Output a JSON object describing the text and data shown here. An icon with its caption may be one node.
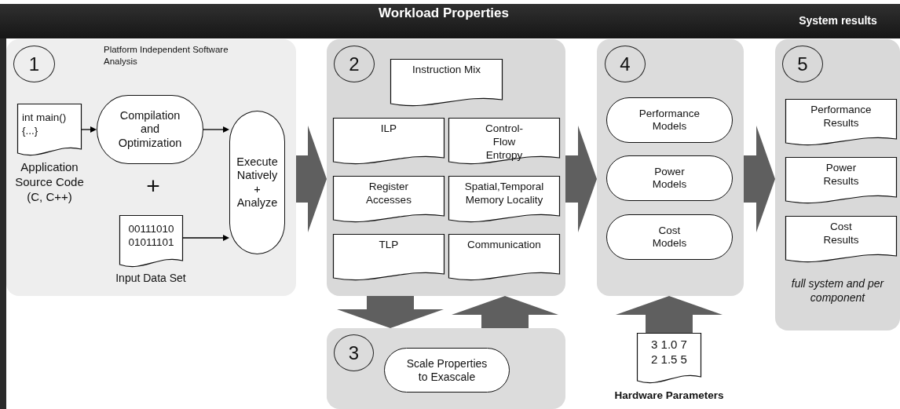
{
  "diagram": {
    "nodes": [
      {
        "text": [
          "Platform Independent Software Analysis"
        ]
      },
      {
        "text": [
          "1"
        ],
        "in": 0
      },
      {
        "text": [
          "int main() {...}"
        ],
        "in": 0,
        "beside": [
          "Application Source Code (C, C++)"
        ]
      },
      {
        "text": [
          "Compilation and Optimization"
        ],
        "in": 0
      },
      {
        "text": [
          "00111010 01011101"
        ],
        "in": 0,
        "beside": [
          "Input Data Set"
        ]
      },
      {
        "text": [
          "Execute Natively + Analyze"
        ],
        "in": 0
      },
      {
        "text": [],
        "shape": "box"
      },
      {
        "text": [
          "2"
        ],
        "in": 6
      },
      {
        "text": [
          "Instruction Mix"
        ],
        "in": 6
      },
      {
        "text": [
          "ILP"
        ],
        "in": 6
      },
      {
        "text": [
          "Control-Flow Entropy"
        ],
        "in": 6
      },
      {
        "text": [
          "Register Accesses"
        ],
        "in": 6
      },
      {
        "text": [
          "Spatial,Temporal Memory Locality"
        ],
        "in": 6
      },
      {
        "text": [
          "TLP"
        ],
        "in": 6
      },
      {
        "text": [
          "Communication"
        ],
        "in": 6
      },
      {
        "text": [],
        "shape": "box"
      },
      {
        "text": [
          "3"
        ],
        "in": 15
      },
      {
        "text": [
          "Scale Properties to Exascale"
        ],
        "in": 15
      },
      {
        "text": [],
        "shape": "box"
      },
      {
        "text": [
          "4"
        ],
        "in": 18
      },
      {
        "text": [
          "Performance Models"
        ],
        "in": 18
      },
      {
        "text": [
          "Power Models"
        ],
        "in": 18
      },
      {
        "text": [
          "Cost Models"
        ],
        "in": 18
      },
      {
        "text": [
          "3 1.0 7 2 1.5 5"
        ],
        "beside": [
          "Hardware Parameters"
        ]
      },
      {
        "text": [
          "full system and per component"
        ]
      },
      {
        "text": [
          "5"
        ],
        "in": 24
      },
      {
        "text": [
          "Performance Results"
        ],
        "in": 24
      },
      {
        "text": [
          "Power Results"
        ],
        "in": 24
      },
      {
        "text": [
          "Cost Results"
        ],
        "in": 24
      }
    ],
    "edges": [
      {
        "from": 2,
        "to": 3,
        "arrow": "to",
        "color": "#000000"
      },
      {
        "from": 3,
        "to": 5,
        "arrow": "to",
        "color": "#000000"
      },
      {
        "from": 4,
        "to": 5,
        "arrow": "to",
        "color": "#000000"
      },
      {
        "from": 0,
        "to": 6,
        "arrow": "to"
      },
      {
        "from": 6,
        "to": 15,
        "arrow": "to"
      },
      {
        "from": 15,
        "to": 6,
        "arrow": "to"
      },
      {
        "from": 6,
        "to": 18,
        "arrow": "to"
      },
      {
        "from": 23,
        "to": 18,
        "arrow": "to"
      },
      {
        "from": 18,
        "to": 24,
        "arrow": "to"
      }
    ],
    "labels": [
      "Workload Properties",
      "System results",
      "+"
    ]
  }
}
